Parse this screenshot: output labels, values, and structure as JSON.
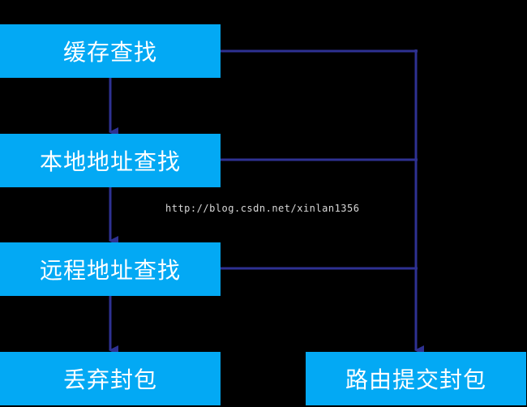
{
  "diagram": {
    "nodes": {
      "cache_lookup": "缓存查找",
      "local_address_lookup": "本地地址查找",
      "remote_address_lookup": "远程地址查找",
      "drop_packet": "丢弃封包",
      "route_submit_packet": "路由提交封包"
    },
    "watermark": "http://blog.csdn.net/xinlan1356",
    "colors": {
      "background": "#000000",
      "box_fill": "#03a9f4",
      "box_text": "#ffffff",
      "connector": "#2e3192"
    }
  }
}
